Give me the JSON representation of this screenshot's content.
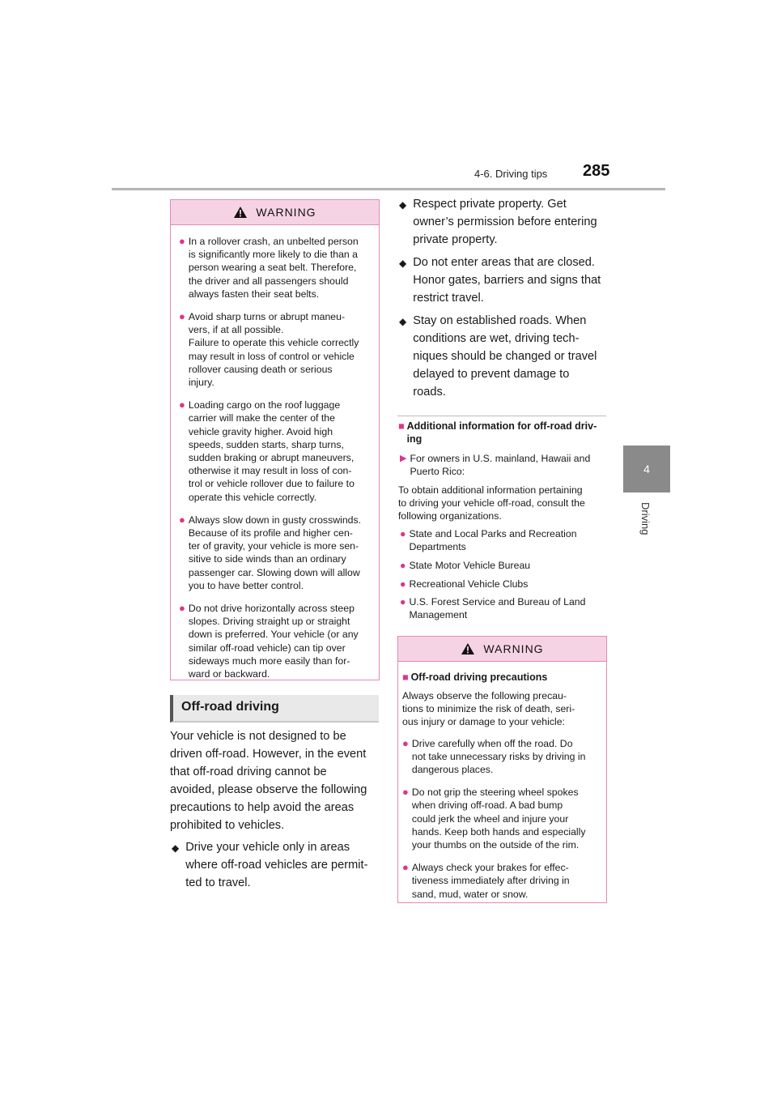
{
  "header": {
    "section": "4-6. Driving tips",
    "page_number": "285",
    "chapter_number": "4",
    "chapter_label": "Driving"
  },
  "warning_left": {
    "label": "WARNING",
    "items": [
      "In a rollover crash, an unbelted person\nis significantly more likely to die than a\nperson wearing a seat belt. Therefore,\nthe driver and all passengers should\nalways fasten their seat belts.",
      "Avoid sharp turns or abrupt maneu-\nvers, if at all possible.\nFailure to operate this vehicle correctly\nmay result in loss of control or vehicle\nrollover causing death or serious\ninjury.",
      "Loading cargo on the roof luggage\ncarrier will make the center of the\nvehicle gravity higher. Avoid high\nspeeds, sudden starts, sharp turns,\nsudden braking or abrupt maneuvers,\notherwise it may result in loss of con-\ntrol or vehicle rollover due to failure to\noperate this vehicle correctly.",
      "Always slow down in gusty crosswinds.\nBecause of its profile and higher cen-\nter of gravity, your vehicle is more sen-\nsitive to side winds than an ordinary\npassenger car. Slowing down will allow\nyou to have better control.",
      "Do not drive horizontally across steep\nslopes. Driving straight up or straight\ndown is preferred. Your vehicle (or any\nsimilar off-road vehicle) can tip over\nsideways much more easily than for-\nward or backward."
    ]
  },
  "offroad": {
    "title": "Off-road driving",
    "intro": "Your vehicle is not designed to be\ndriven off-road. However, in the event\nthat off-road driving cannot be\navoided, please observe the following\nprecautions to help avoid the areas\nprohibited to vehicles.",
    "bullets": [
      "Drive your vehicle only in areas\nwhere off-road vehicles are permit-\nted to travel.",
      "Respect private property. Get\nowner’s permission before entering\nprivate property.",
      "Do not enter areas that are closed.\nHonor gates, barriers and signs that\nrestrict travel.",
      "Stay on established roads. When\nconditions are wet, driving tech-\nniques should be changed or travel\ndelayed to prevent damage to\nroads."
    ]
  },
  "additional": {
    "title": "Additional information for off-road driv-\ning",
    "arrow_item": "For owners in U.S. mainland, Hawaii and\nPuerto Rico:",
    "text": "To obtain additional information pertaining\nto driving your vehicle off-road, consult the\nfollowing organizations.",
    "orgs": [
      "State and Local Parks and Recreation\nDepartments",
      "State Motor Vehicle Bureau",
      "Recreational Vehicle Clubs",
      "U.S. Forest Service and Bureau of Land\nManagement"
    ]
  },
  "warning_right": {
    "label": "WARNING",
    "subtitle": "Off-road driving precautions",
    "intro": "Always observe the following precau-\ntions to minimize the risk of death, seri-\nous injury or damage to your vehicle:",
    "items": [
      "Drive carefully when off the road. Do\nnot take unnecessary risks by driving in\ndangerous places.",
      "Do not grip the steering wheel spokes\nwhen driving off-road. A bad bump\ncould jerk the wheel and injure your\nhands. Keep both hands and especially\nyour thumbs on the outside of the rim.",
      "Always check your brakes for effec-\ntiveness immediately after driving in\nsand, mud, water or snow."
    ]
  },
  "icons": {
    "warning": "warning-triangle-icon",
    "bullet": "circle-bullet",
    "diamond": "diamond-bullet",
    "square": "square-bullet",
    "arrow": "arrow-right-bullet"
  },
  "colors": {
    "warning_border": "#e38ab4",
    "warning_header": "#f6d3e4",
    "bullet_accent": "#e0338a",
    "chapter_tab": "#8a8a8a"
  }
}
